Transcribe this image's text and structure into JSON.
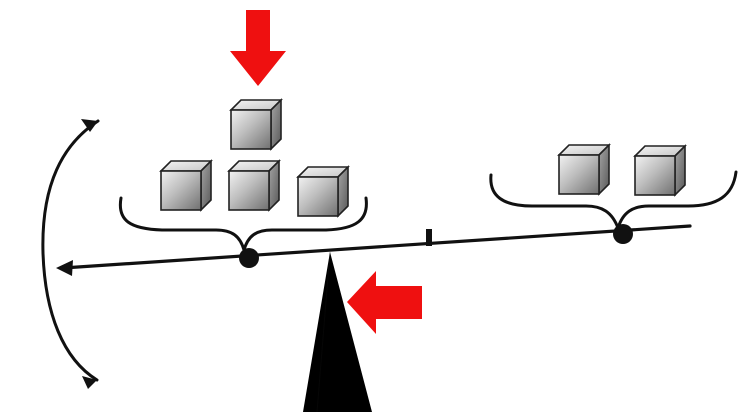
{
  "diagram": {
    "kind": "lever-balance",
    "left_group": {
      "cube_count": 4,
      "arrangement": "pyramid"
    },
    "right_group": {
      "cube_count": 2,
      "arrangement": "row"
    },
    "elements": {
      "beam": "beam",
      "fulcrum": "fulcrum-triangle",
      "left_brace": "left-brace",
      "right_brace": "right-brace",
      "left_pivot": "left-pivot-dot",
      "right_pivot": "right-pivot-dot",
      "center_tick": "center-tick",
      "rotation_arrow": "rotation-arrow",
      "beam_arrow": "left-arrowhead",
      "red_arrow_top": "red-arrow-down",
      "red_arrow_right": "red-arrow-left"
    },
    "colors": {
      "line": "#111111",
      "fulcrum": "#000000",
      "red_arrow": "#ef1010",
      "cube_fill_light": "#e7e7e7",
      "cube_fill_mid": "#b8b8b8",
      "cube_fill_dark": "#7c7c7c"
    }
  }
}
